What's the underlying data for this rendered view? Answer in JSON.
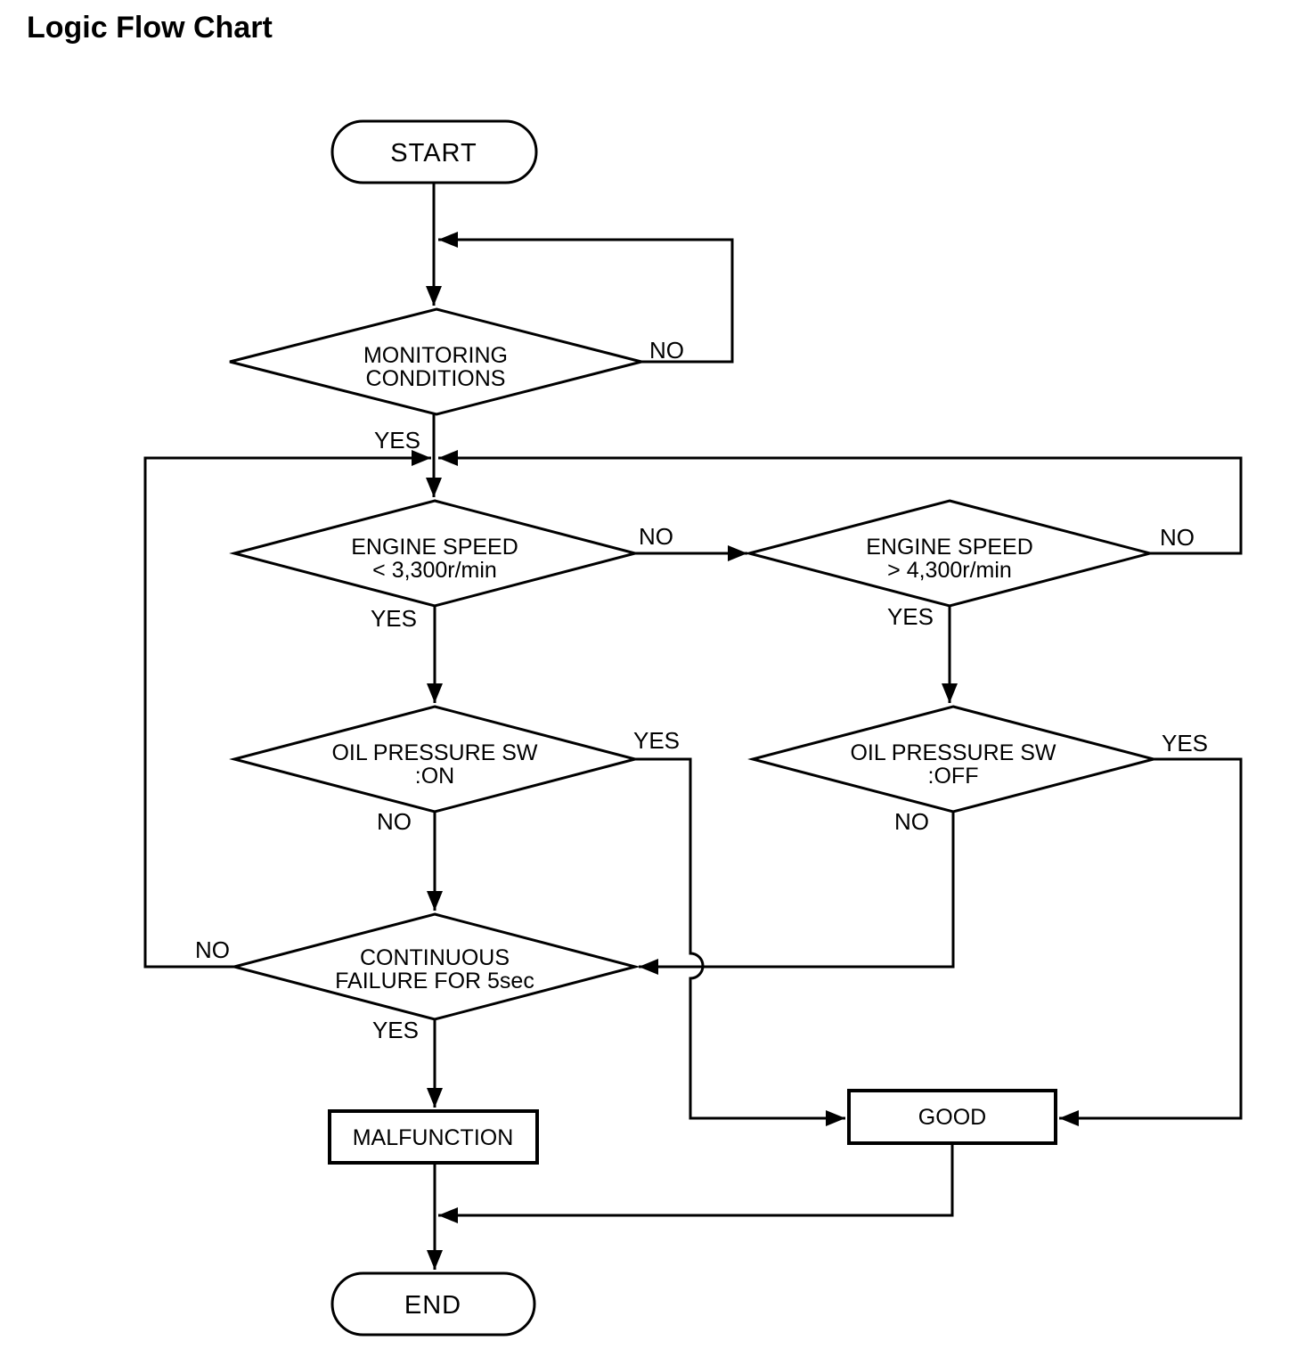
{
  "title": "Logic Flow Chart",
  "nodes": {
    "start": {
      "label": "START"
    },
    "monitoring": {
      "line1": "MONITORING",
      "line2": "CONDITIONS"
    },
    "engine_low": {
      "line1": "ENGINE SPEED",
      "line2": "< 3,300r/min"
    },
    "engine_high": {
      "line1": "ENGINE SPEED",
      "line2": "> 4,300r/min"
    },
    "oil_on": {
      "line1": "OIL PRESSURE SW",
      "line2": ":ON"
    },
    "oil_off": {
      "line1": "OIL PRESSURE SW",
      "line2": ":OFF"
    },
    "continuous": {
      "line1": "CONTINUOUS",
      "line2": "FAILURE FOR 5sec"
    },
    "malfunction": {
      "label": "MALFUNCTION"
    },
    "good": {
      "label": "GOOD"
    },
    "end": {
      "label": "END"
    }
  },
  "edge_labels": {
    "monitoring_no": "NO",
    "monitoring_yes": "YES",
    "engine_low_no": "NO",
    "engine_low_yes": "YES",
    "engine_high_no": "NO",
    "engine_high_yes": "YES",
    "oil_on_yes": "YES",
    "oil_on_no": "NO",
    "oil_off_yes": "YES",
    "oil_off_no": "NO",
    "continuous_no": "NO",
    "continuous_yes": "YES"
  },
  "colors": {
    "line": "#000000",
    "background": "#ffffff"
  }
}
